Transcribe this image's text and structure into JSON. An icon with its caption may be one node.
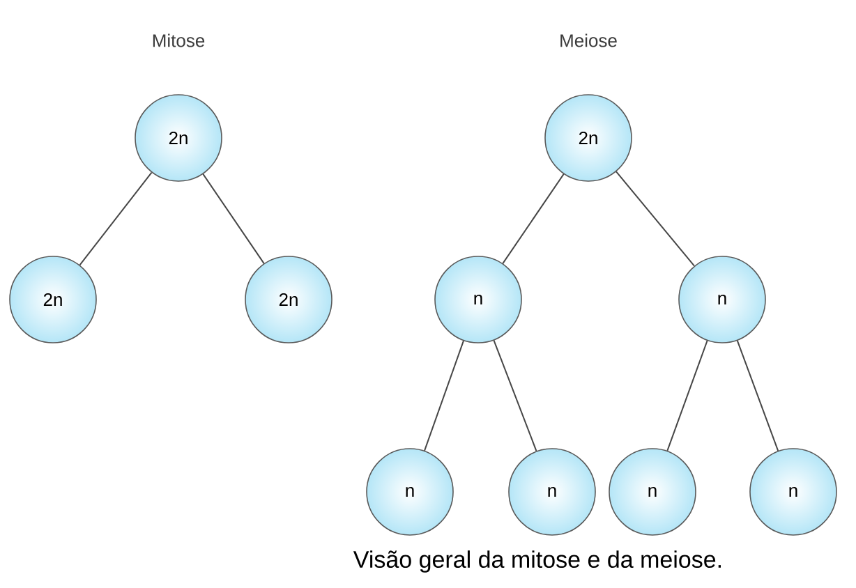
{
  "diagram": {
    "caption": "Visão geral da mitose e da meiose.",
    "nodes": [
      {
        "text": [
          "2n"
        ]
      },
      {
        "text": [
          "2n"
        ]
      },
      {
        "text": [
          "2n"
        ]
      },
      {
        "text": [
          "2n"
        ]
      },
      {
        "text": [
          "n"
        ]
      },
      {
        "text": [
          "n"
        ]
      },
      {
        "text": [
          "n"
        ]
      },
      {
        "text": [
          "n"
        ]
      },
      {
        "text": [
          "n"
        ]
      },
      {
        "text": [
          "n"
        ]
      }
    ],
    "edges": [
      {
        "from": 0,
        "to": 1,
        "arrow": "none"
      },
      {
        "from": 0,
        "to": 2,
        "arrow": "none"
      },
      {
        "from": 3,
        "to": 4,
        "arrow": "none"
      },
      {
        "from": 3,
        "to": 5,
        "arrow": "none"
      },
      {
        "from": 4,
        "to": 6,
        "arrow": "none"
      },
      {
        "from": 4,
        "to": 7,
        "arrow": "none"
      },
      {
        "from": 5,
        "to": 8,
        "arrow": "none"
      },
      {
        "from": 5,
        "to": 9,
        "arrow": "none"
      }
    ],
    "labels": [
      "Mitose",
      "Meiose"
    ]
  }
}
